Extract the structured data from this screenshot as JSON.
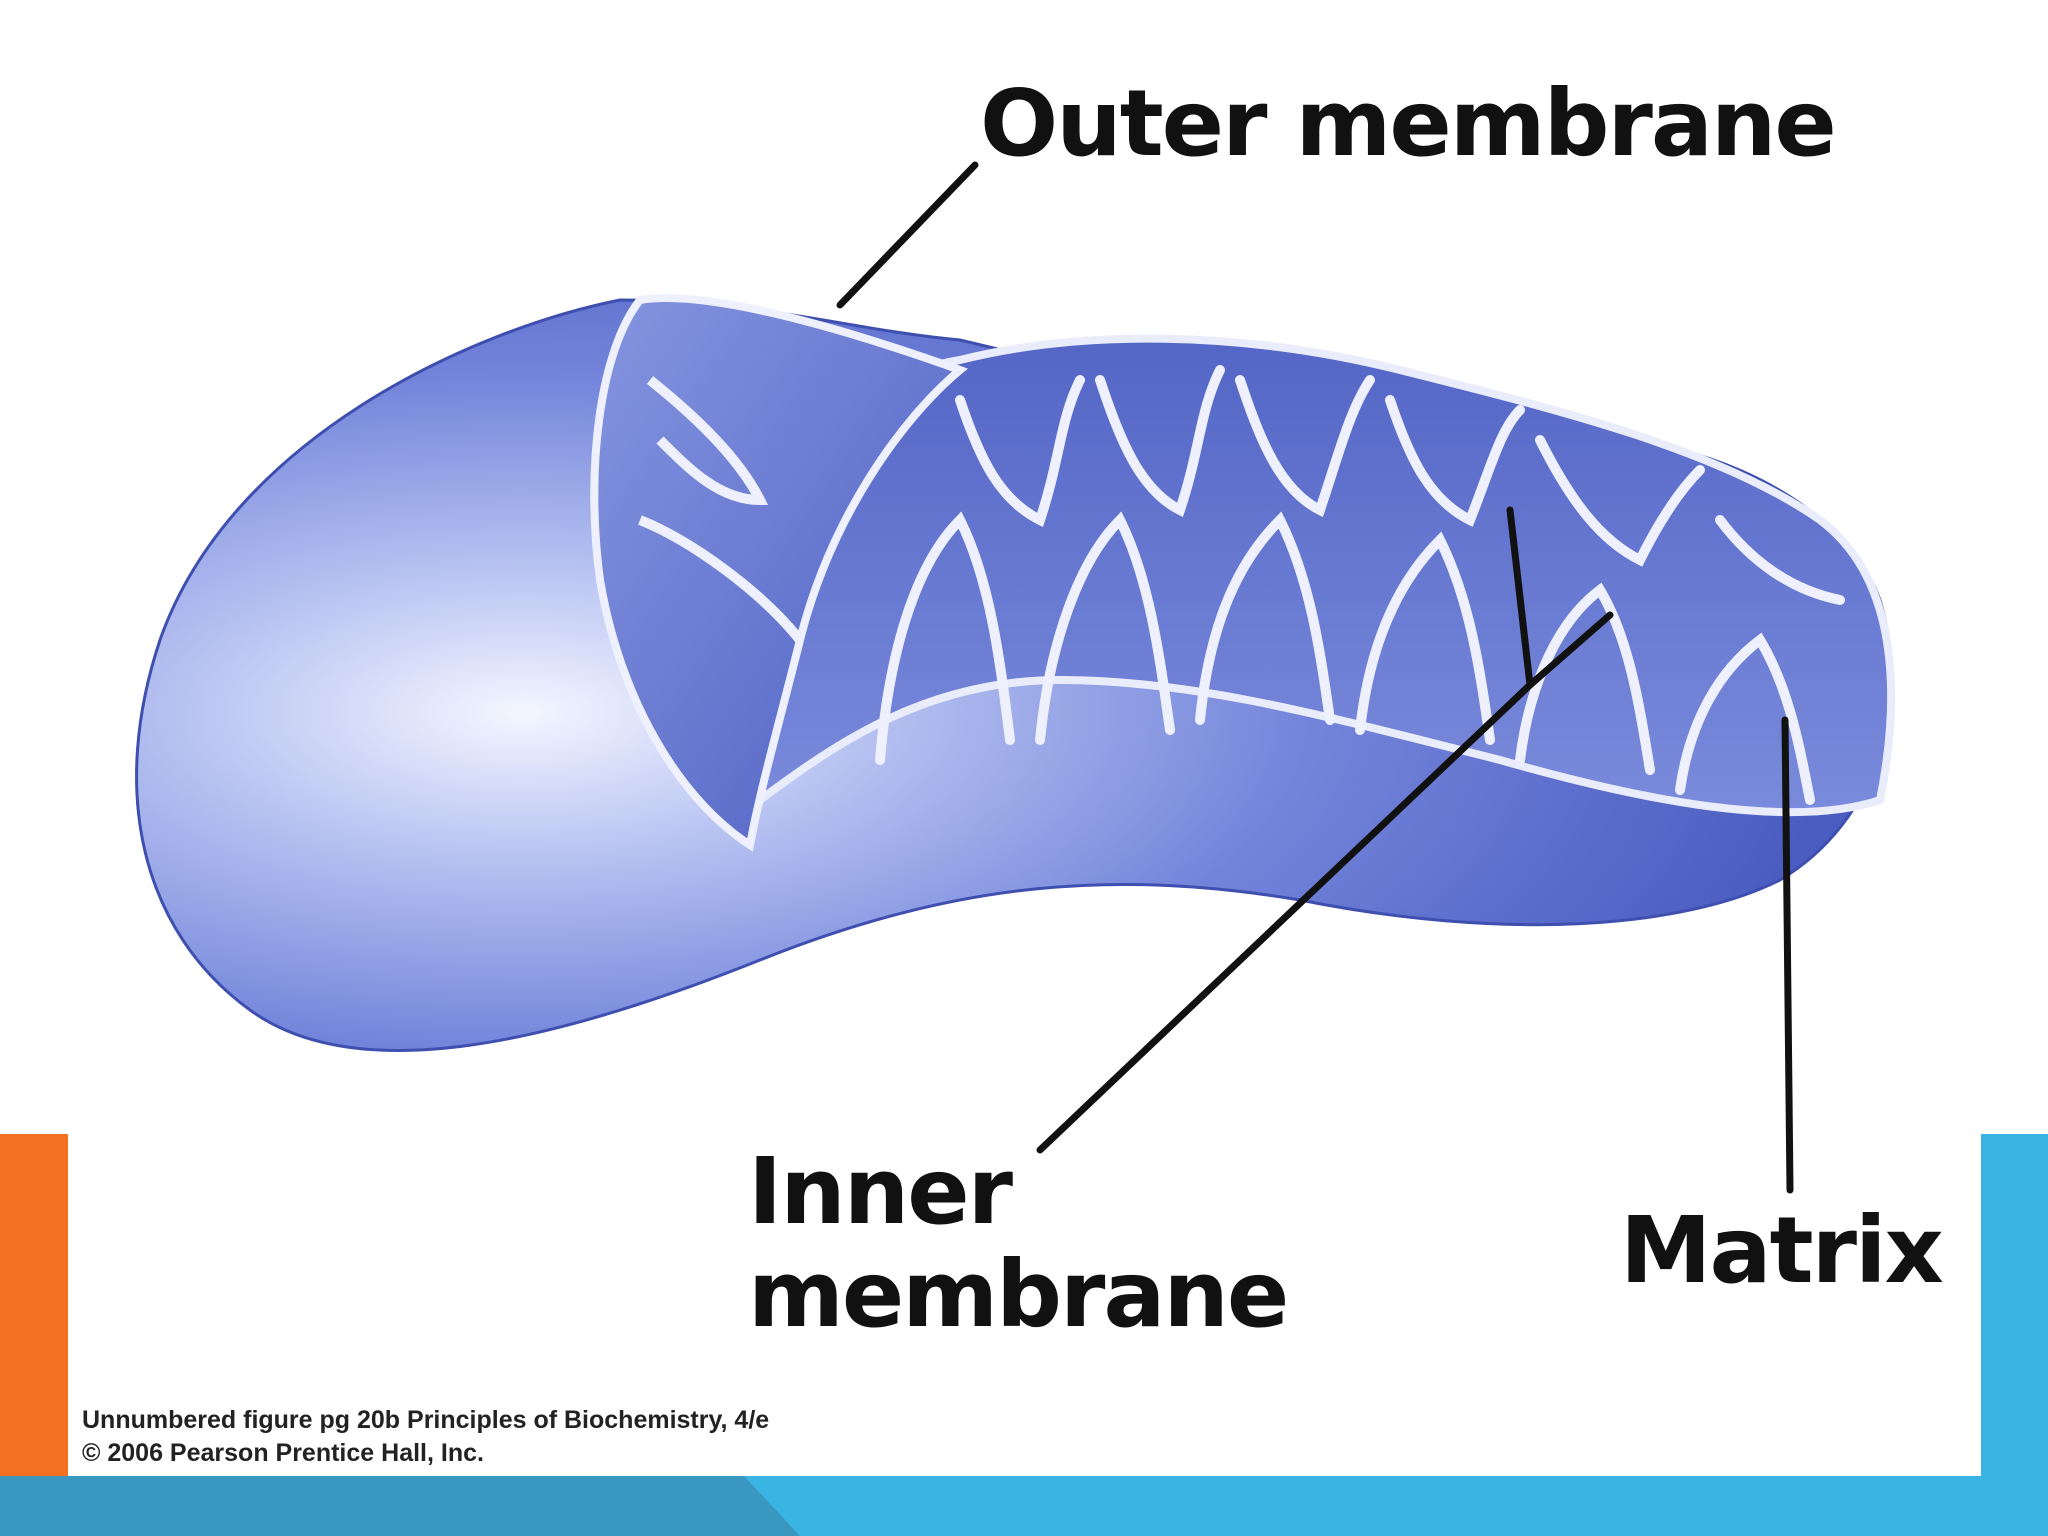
{
  "labels": {
    "outer": "Outer membrane",
    "inner_line1": "Inner",
    "inner_line2": "membrane",
    "matrix": "Matrix"
  },
  "caption": {
    "line1": "Unnumbered figure pg 20b  Principles of Biochemistry, 4/e",
    "line2": "© 2006 Pearson Prentice Hall, Inc."
  },
  "colors": {
    "accent_left": "#f37021",
    "accent_right": "#3ab4e2",
    "accent_bottom_dark": "#3a97bf",
    "mitochondrion_body": "#6a7fd6",
    "mitochondrion_dark": "#3f52b8",
    "mitochondrion_light": "#dfe4fb"
  }
}
